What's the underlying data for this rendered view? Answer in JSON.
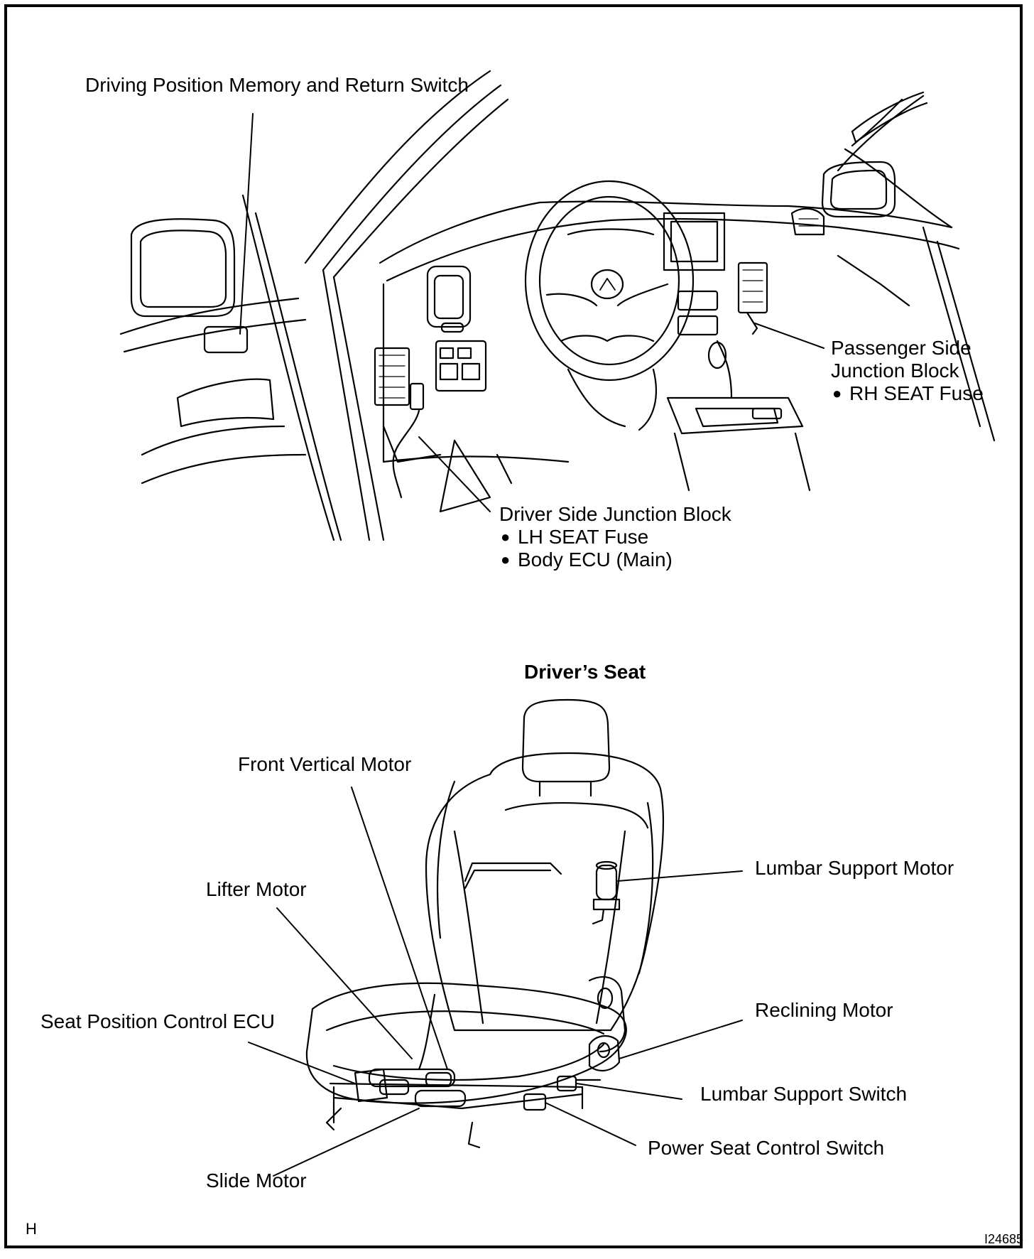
{
  "dashboard_labels": {
    "memory_switch": "Driving Position Memory and Return Switch",
    "passenger_jb_line1": "Passenger Side",
    "passenger_jb_line2": "Junction Block",
    "passenger_jb_fuse": "RH SEAT Fuse",
    "driver_jb": "Driver Side Junction Block",
    "driver_jb_fuse": "LH SEAT Fuse",
    "driver_jb_ecu": "Body ECU (Main)"
  },
  "seat_section": {
    "title": "Driver’s Seat",
    "labels": {
      "front_vertical_motor": "Front Vertical Motor",
      "lifter_motor": "Lifter Motor",
      "seat_position_ecu": "Seat Position Control ECU",
      "slide_motor": "Slide Motor",
      "lumbar_support_motor": "Lumbar Support Motor",
      "reclining_motor": "Reclining Motor",
      "lumbar_support_switch": "Lumbar Support Switch",
      "power_seat_switch": "Power Seat Control Switch"
    }
  },
  "footer": {
    "corner_letter": "H",
    "figure_id": "I24685"
  }
}
